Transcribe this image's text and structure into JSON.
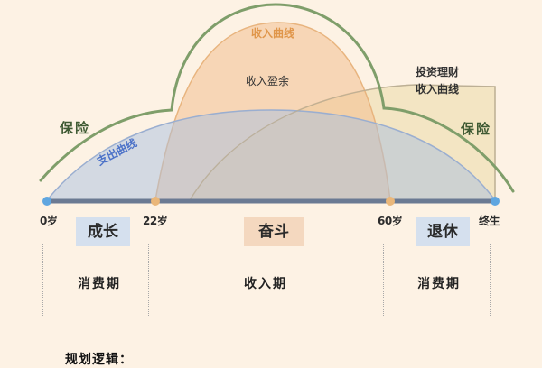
{
  "diagram": {
    "colors": {
      "background": "#fdf2e4",
      "insurance": "#7f9e6a",
      "income": "#f2c79e",
      "income_label": "#e0964a",
      "expense": "#b9cde6",
      "expense_label": "#4c72c8",
      "investment": "#ece0b8",
      "timeline": "#6b7a93",
      "node_start_end": "#5fa6e0",
      "node_mid": "#eab77a",
      "box_blue": "#d5e0ee",
      "box_orange": "#f4d8bf"
    },
    "curve_labels": {
      "income_curve": "收入曲线",
      "income_surplus": "收入盈余",
      "investment_curve_line1": "投资理财",
      "investment_curve_line2": "收入曲线",
      "expense_curve": "支出曲线",
      "insurance_left": "保险",
      "insurance_right": "保险"
    },
    "timeline": {
      "ages": [
        {
          "label": "0岁"
        },
        {
          "label": "22岁"
        },
        {
          "label": "60岁"
        },
        {
          "label": "终生"
        }
      ]
    },
    "phases": [
      {
        "label": "成长",
        "color": "#d5e0ee"
      },
      {
        "label": "奋斗",
        "color": "#f4d8bf"
      },
      {
        "label": "退休",
        "color": "#d5e0ee"
      }
    ],
    "periods": [
      {
        "label": "消费期"
      },
      {
        "label": "收入期"
      },
      {
        "label": "消费期"
      }
    ],
    "footer": {
      "title": "规划逻辑："
    }
  }
}
